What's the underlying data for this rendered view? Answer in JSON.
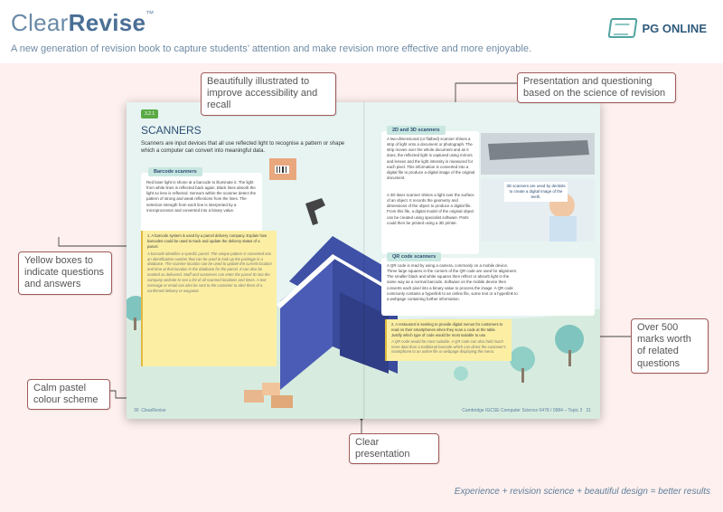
{
  "header": {
    "brand_light": "Clear",
    "brand_bold": "Revise",
    "brand_tm": "™",
    "tagline": "A new generation of revision book to capture students’ attention and make revision more effective and more enjoyable.",
    "logo_text": "PG ONLINE"
  },
  "book": {
    "section_tag": "3.2.1",
    "title": "SCANNERS",
    "intro": "Scanners are input devices that all use reflected light to recognise a pattern or shape which a computer can convert into meaningful data.",
    "barcode": {
      "label": "Barcode scanners",
      "text": "Red laser light is shone at a barcode to illuminate it. The light from white lines is reflected back again. Black lines absorb the light so less is reflected. Sensors within the scanner detect the pattern of strong and weak reflections from the lines. The selection strength from each line is interpreted by a microprocessor and converted into a binary value."
    },
    "q1": {
      "question": "1. A barcode system is used by a parcel delivery company. Explain how barcodes could be used to track and update the delivery status of a parcel.",
      "answer": "A barcode identifies a specific parcel. The unique pattern is converted into an identification number that can be used to look up the package in a database. The scanner location can be used to update the current location and time at that location in the database for the parcel. It can also be marked as delivered. Staff and customers can enter the parcel ID into the company website to see a list of all scanned locations and times. A text message or email can also be sent to the customer to alert them of a confirmed delivery or waypoint."
    },
    "d2d3": {
      "label": "2D and 3D scanners",
      "text1": "A two-dimensional (or flatbed) scanner shines a strip of light onto a document or photograph. The strip moves over the whole document and as it does, the reflected light is captured using mirrors and lenses and the light intensity is measured for each pixel. This information is converted into a digital file to produce a digital image of the original document.",
      "text2": "A 3D laser scanner shines a light over the surface of an object. It records the geometry and dimensions of the object to produce a digital file. From this file, a digital model of the original object can be created using specialist software. Parts could then be printed using a 3D printer.",
      "dentist_caption": "3D scanners are used by dentists to create a digital image of the teeth."
    },
    "qr": {
      "label": "QR code scanners",
      "text": "A QR code is read by using a camera, commonly on a mobile device. Three large squares in the corners of the QR code are used for alignment. The smaller black and white squares then reflect or absorb light in the same way as a normal barcode. Software on the mobile device then converts each pixel into a binary value to process the image. A QR code commonly contains a hyperlink to an online file, some text or a hyperlink to a webpage containing further information."
    },
    "q2": {
      "question": "2. A restaurant is seeking to provide digital menus for customers to read on their smartphones when they scan a code at the table. Justify which type of code would be most suitable to use.",
      "answer": "A QR code would be most suitable. A QR code can also hold much more data than a traditional barcode which can direct the customer's smartphone to an online file or webpage displaying the menu."
    },
    "footer_left_page": "30",
    "footer_left_brand": "ClearRevise",
    "footer_right_text": "Cambridge IGCSE Computer Science 0478 / 0984 – Topic 3",
    "footer_right_page": "31"
  },
  "callouts": {
    "illustrated": "Beautifully illustrated to improve accessibility and recall",
    "science": "Presentation and questioning based on the science of revision",
    "yellow": "Yellow boxes to indicate questions and answers",
    "marks": "Over 500 marks worth of related questions",
    "pastel": "Calm pastel colour scheme",
    "presentation": "Clear presentation"
  },
  "bottom_tagline": "Experience + revision science + beautiful design = better results",
  "colors": {
    "page_bg": "#fdf0ee",
    "book_bg": "#e7f4f2",
    "callout_border": "#a05a5a",
    "accent_blue": "#2b4d73",
    "yellow_box": "#fcefa4",
    "section_green": "#5aaa45"
  }
}
